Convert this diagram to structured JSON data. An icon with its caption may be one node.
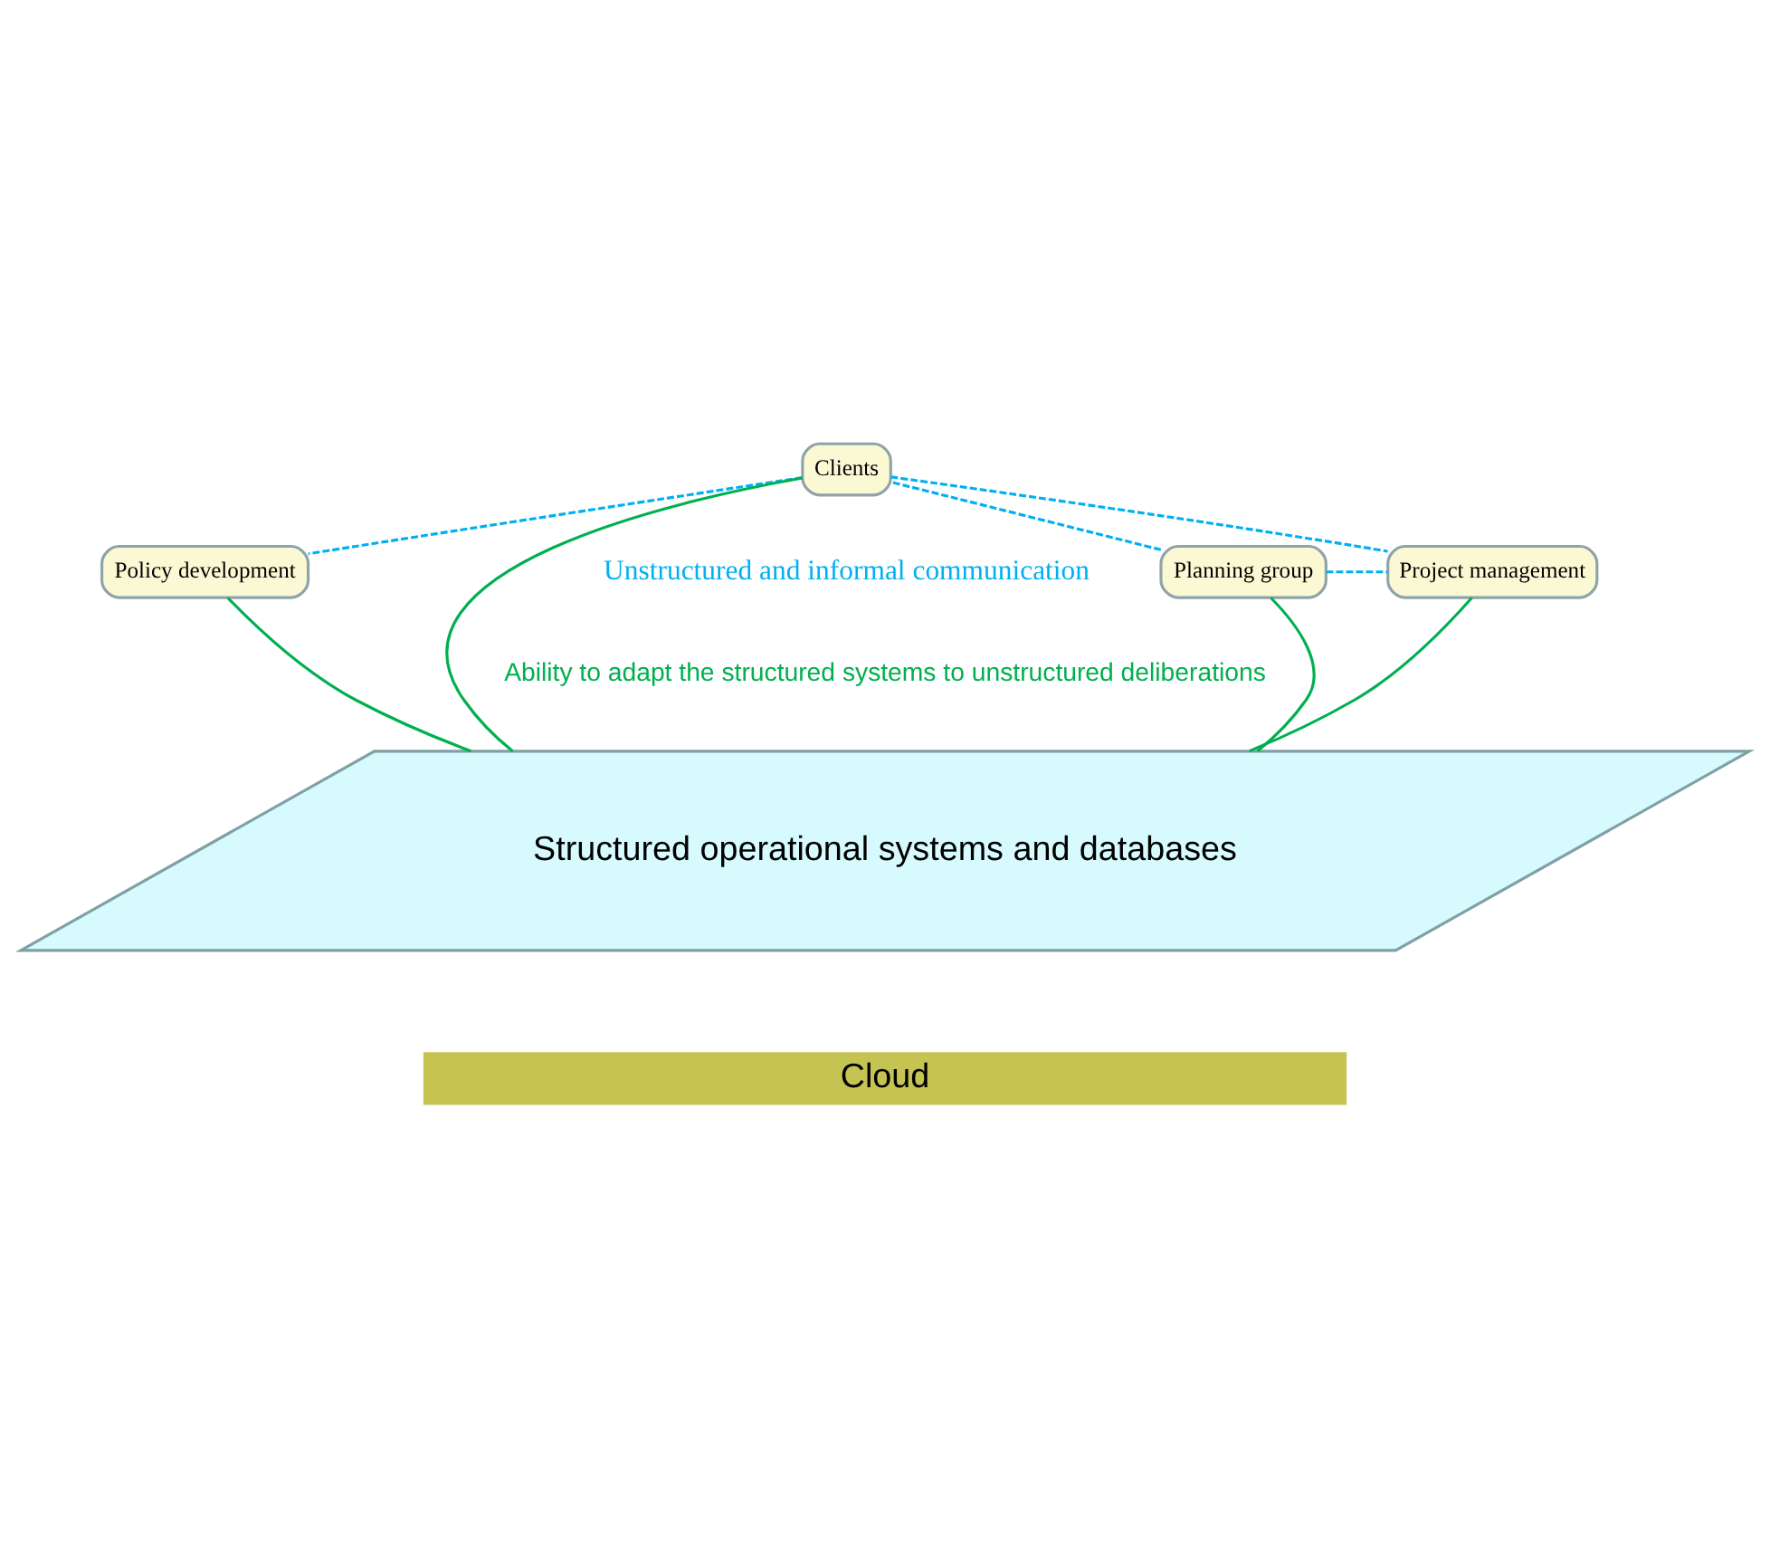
{
  "diagram": {
    "nodes": [
      {
        "text": [
          "Clients"
        ]
      },
      {
        "text": [
          "Planning group"
        ]
      },
      {
        "text": [
          "Policy development"
        ]
      },
      {
        "text": [
          "Project management"
        ]
      },
      {
        "text": [
          "Structured operational systems and databases"
        ]
      },
      {
        "text": [
          "Cloud"
        ]
      }
    ],
    "edges": [
      {
        "from": 1,
        "to": 0,
        "arrow": "none",
        "style": "dashed",
        "color": "#00b0f0"
      },
      {
        "from": 1,
        "to": 3,
        "arrow": "none",
        "style": "dashed",
        "color": "#00b0f0"
      },
      {
        "from": 0,
        "to": 3,
        "arrow": "none",
        "style": "dashed",
        "color": "#00b0f0"
      },
      {
        "from": 0,
        "to": 2,
        "arrow": "none",
        "style": "dashed",
        "color": "#00b0f0"
      },
      {
        "from": 1,
        "to": 4,
        "arrow": "none",
        "color": "#00b050"
      },
      {
        "from": 3,
        "to": 4,
        "arrow": "none",
        "color": "#00b050"
      },
      {
        "from": 0,
        "to": 4,
        "arrow": "none",
        "color": "#00b050"
      },
      {
        "from": 2,
        "to": 4,
        "arrow": "none",
        "color": "#00b050"
      }
    ],
    "labels": [
      "Unstructured and informal communication",
      "Ability to adapt the structured systems to unstructured deliberations"
    ]
  }
}
